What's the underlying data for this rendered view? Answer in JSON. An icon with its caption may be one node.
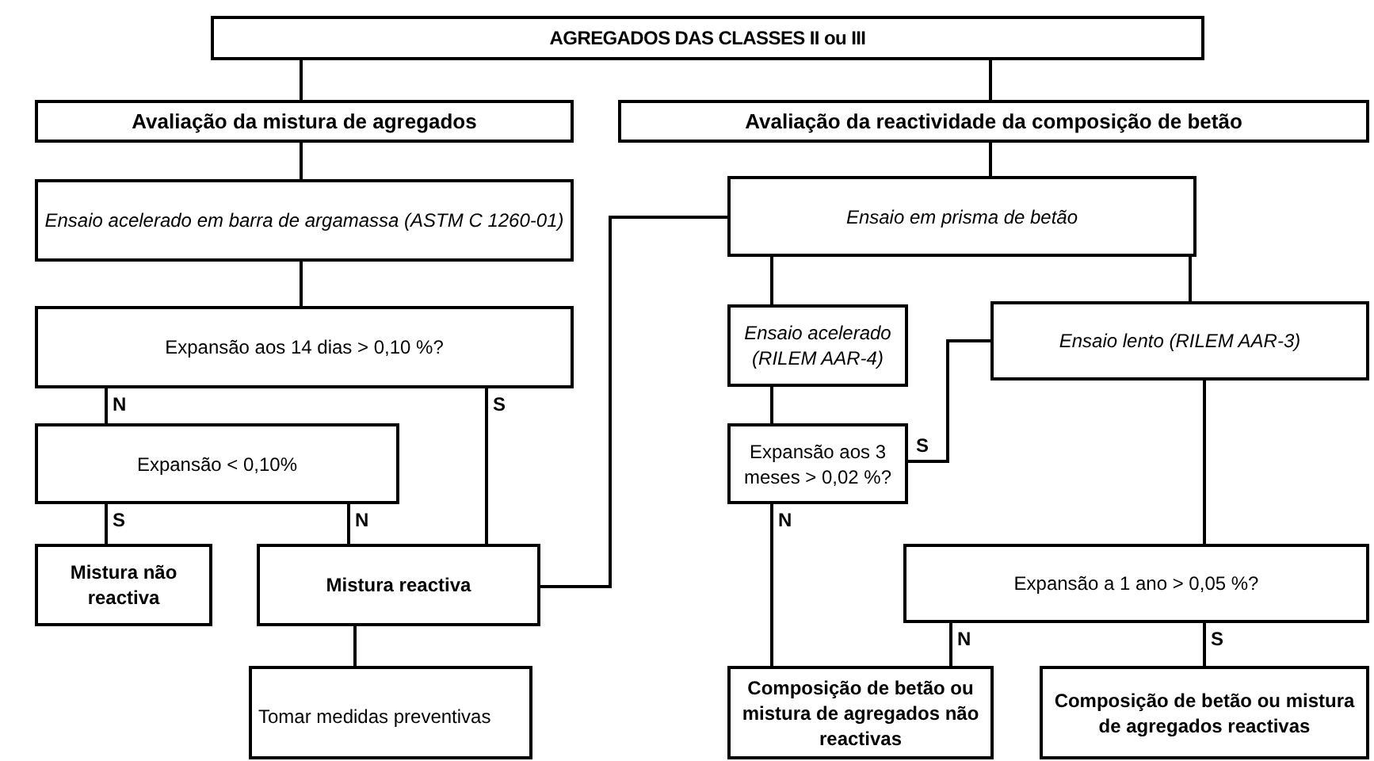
{
  "diagram": {
    "nodes": [
      {
        "text": [
          "AGREGADOS DAS CLASSES II ou III"
        ]
      },
      {
        "text": [
          "Avaliação da mistura de agregados"
        ]
      },
      {
        "text": [
          "Avaliação da reactividade da composição de betão"
        ]
      },
      {
        "text": [
          "Ensaio acelerado em barra de argamassa (ASTM C 1260-01)"
        ]
      },
      {
        "text": [
          "Ensaio em prisma de betão"
        ]
      },
      {
        "text": [
          "Expansão aos 14 dias > 0,10 %?"
        ]
      },
      {
        "text": [
          "Ensaio acelerado (RILEM AAR-4)"
        ]
      },
      {
        "text": [
          "Ensaio lento (RILEM AAR-3)"
        ]
      },
      {
        "text": [
          "Expansão < 0,10%"
        ]
      },
      {
        "text": [
          "Expansão aos 3 meses > 0,02 %?"
        ]
      },
      {
        "text": [
          "Mistura não reactiva"
        ]
      },
      {
        "text": [
          "Mistura reactiva"
        ]
      },
      {
        "text": [
          "Expansão a 1 ano > 0,05 %?"
        ]
      },
      {
        "text": [
          "Tomar medidas preventivas"
        ]
      },
      {
        "text": [
          "Composição de betão ou mistura de agregados não reactivas"
        ]
      },
      {
        "text": [
          "Composição de betão ou mistura de agregados reactivas"
        ]
      }
    ],
    "edges": [
      {
        "from": 0,
        "to": 1,
        "arrow": "none"
      },
      {
        "from": 0,
        "to": 2,
        "arrow": "none"
      },
      {
        "from": 1,
        "to": 3,
        "arrow": "none"
      },
      {
        "from": 2,
        "to": 4,
        "arrow": "none"
      },
      {
        "from": 3,
        "to": 5,
        "arrow": "none"
      },
      {
        "from": 4,
        "to": 6,
        "arrow": "none"
      },
      {
        "from": 4,
        "to": 7,
        "arrow": "none"
      },
      {
        "from": 5,
        "to": 8,
        "arrow": "none",
        "label": "N"
      },
      {
        "from": 5,
        "to": 11,
        "arrow": "none",
        "label": "S"
      },
      {
        "from": 8,
        "to": 10,
        "arrow": "none",
        "label": "S"
      },
      {
        "from": 8,
        "to": 11,
        "arrow": "none",
        "label": "N"
      },
      {
        "from": 11,
        "to": 4,
        "arrow": "none"
      },
      {
        "from": 6,
        "to": 9,
        "arrow": "none"
      },
      {
        "from": 9,
        "to": 7,
        "arrow": "none",
        "label": "S"
      },
      {
        "from": 9,
        "to": 14,
        "arrow": "none",
        "label": "N"
      },
      {
        "from": 7,
        "to": 12,
        "arrow": "none"
      },
      {
        "from": 12,
        "to": 14,
        "arrow": "none",
        "label": "N"
      },
      {
        "from": 12,
        "to": 15,
        "arrow": "none",
        "label": "S"
      },
      {
        "from": 11,
        "to": 13,
        "arrow": "none"
      }
    ]
  }
}
